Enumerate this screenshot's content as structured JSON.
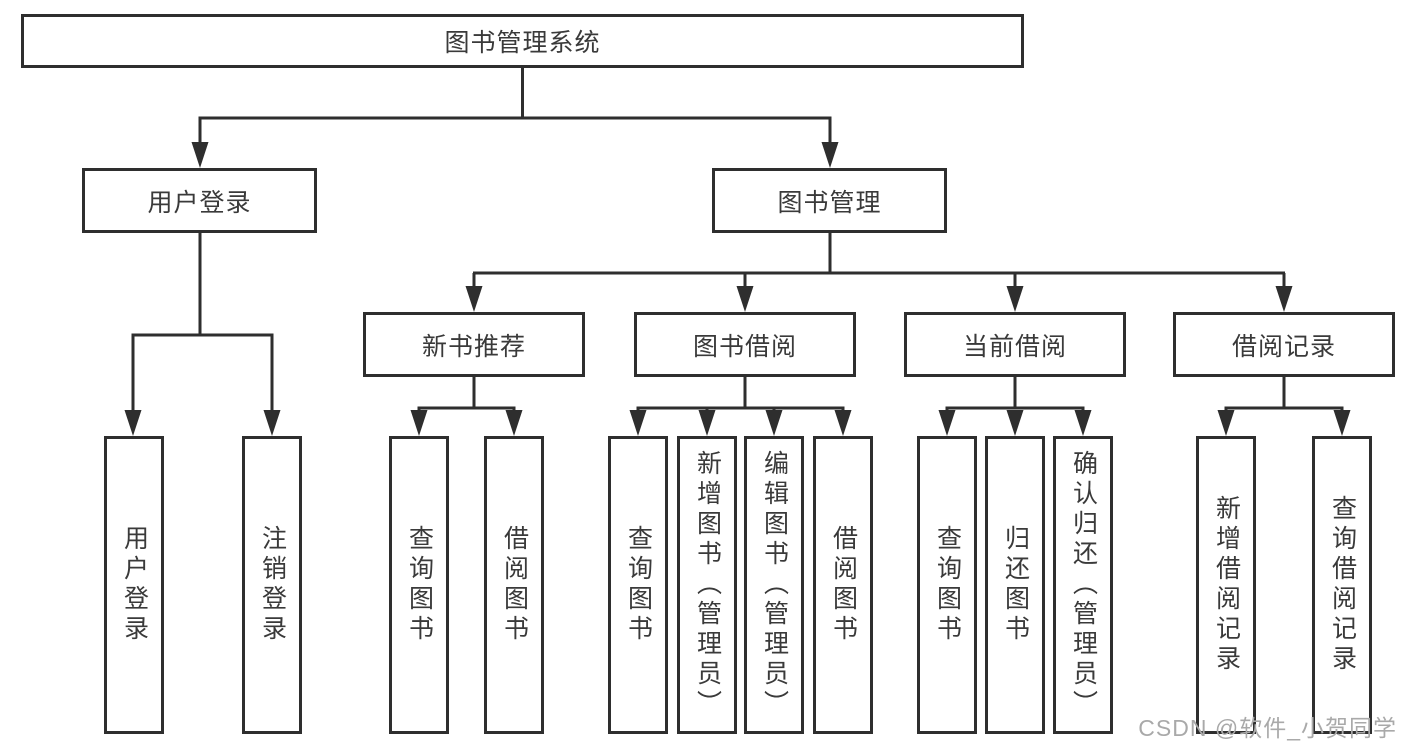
{
  "tree": {
    "root": "图书管理系统",
    "level2": [
      "用户登录",
      "图书管理"
    ],
    "level3": [
      "新书推荐",
      "图书借阅",
      "当前借阅",
      "借阅记录"
    ],
    "leaves": {
      "g1": [
        "用户登录",
        "注销登录"
      ],
      "g2": [
        "查询图书",
        "借阅图书"
      ],
      "g3": [
        "查询图书",
        "新增图书（管理员）",
        "编辑图书（管理员）",
        "借阅图书"
      ],
      "g4": [
        "查询图书",
        "归还图书",
        "确认归还（管理员）"
      ],
      "g5": [
        "新增借阅记录",
        "查询借阅记录"
      ]
    }
  },
  "watermark": "CSDN @软件_小贺同学",
  "colors": {
    "line": "#2e2e2e",
    "text": "#3a3a3a",
    "watermark": "#a9a9a9",
    "background": "#ffffff"
  }
}
